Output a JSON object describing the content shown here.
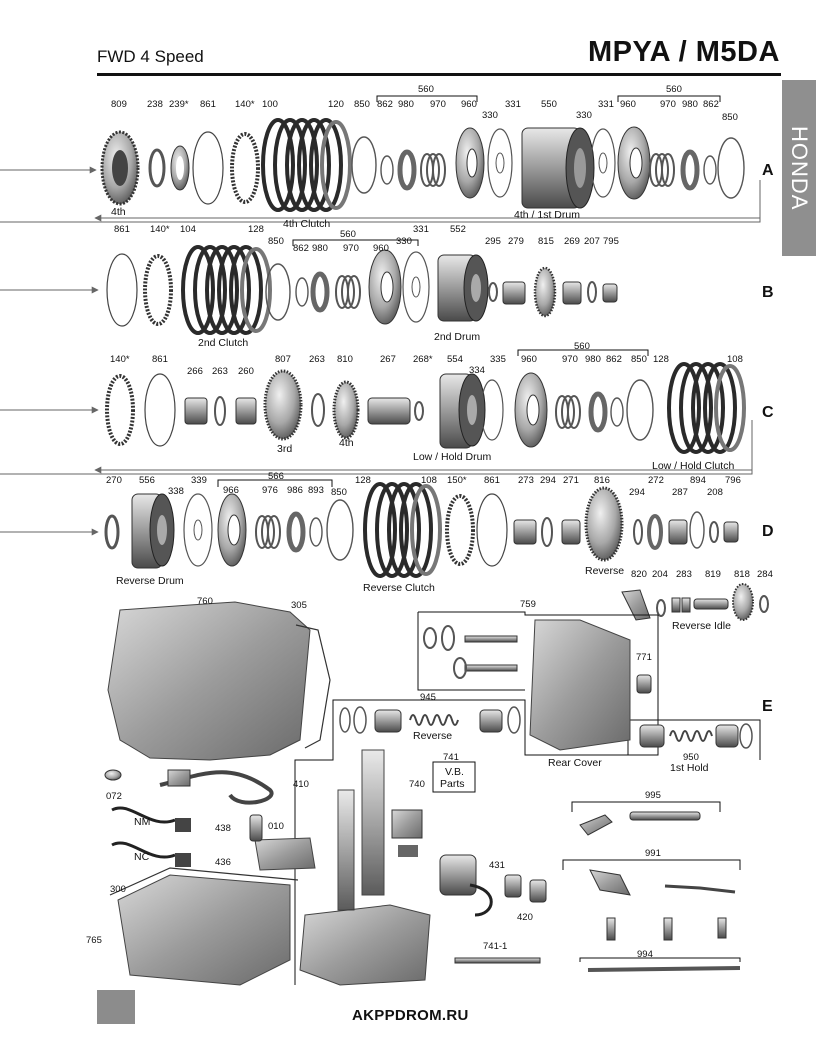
{
  "header": {
    "left": "FWD 4 Speed",
    "right": "MPYA / M5DA"
  },
  "side_tab": "HONDA",
  "row_letters": [
    "A",
    "B",
    "C",
    "D",
    "E"
  ],
  "part_numbers": {
    "a": [
      "809",
      "238",
      "239*",
      "861",
      "140*",
      "100",
      "120",
      "850",
      "862",
      "980",
      "970",
      "960",
      "330",
      "331",
      "550",
      "330",
      "331",
      "960",
      "970",
      "980",
      "862",
      "850"
    ],
    "a_groups": [
      "560",
      "560"
    ],
    "b": [
      "861",
      "140*",
      "104",
      "128",
      "850",
      "862",
      "980",
      "970",
      "960",
      "330",
      "331",
      "552",
      "295",
      "279",
      "815",
      "269",
      "207",
      "795"
    ],
    "b_groups": [
      "560"
    ],
    "c": [
      "140*",
      "861",
      "266",
      "263",
      "260",
      "807",
      "263",
      "810",
      "267",
      "268*",
      "554",
      "334",
      "335",
      "960",
      "970",
      "980",
      "862",
      "850",
      "128",
      "108"
    ],
    "c_groups": [
      "560"
    ],
    "d": [
      "270",
      "556",
      "338",
      "339",
      "966",
      "976",
      "986",
      "893",
      "850",
      "128",
      "108",
      "150*",
      "861",
      "273",
      "294",
      "271",
      "816",
      "294",
      "272",
      "287",
      "894",
      "208",
      "796"
    ],
    "d_groups": [
      "566"
    ],
    "reverse_idle": [
      "820",
      "204",
      "283",
      "819",
      "818",
      "284"
    ],
    "e": [
      "760",
      "305",
      "759",
      "771",
      "945",
      "950",
      "741",
      "740",
      "410",
      "072",
      "438",
      "010",
      "436",
      "300",
      "765",
      "431",
      "420",
      "741-1",
      "995",
      "991",
      "994"
    ]
  },
  "captions": {
    "a_4th": "4th",
    "a_4th_clutch": "4th Clutch",
    "a_drum": "4th / 1st Drum",
    "b_2nd_clutch": "2nd Clutch",
    "b_2nd_drum": "2nd Drum",
    "c_3rd": "3rd",
    "c_4th": "4th",
    "c_low_hold_drum": "Low / Hold Drum",
    "c_low_hold_clutch": "Low / Hold Clutch",
    "d_reverse_drum": "Reverse Drum",
    "d_reverse_clutch": "Reverse Clutch",
    "d_reverse": "Reverse",
    "d_reverse_idle": "Reverse Idle",
    "e_reverse": "Reverse",
    "e_rear_cover": "Rear Cover",
    "e_1st_hold": "1st Hold",
    "e_vb_line1": "V.B.",
    "e_vb_line2": "Parts",
    "e_nm": "NM",
    "e_nc": "NC"
  },
  "footer": {
    "site": "AKPPDROM.RU"
  }
}
